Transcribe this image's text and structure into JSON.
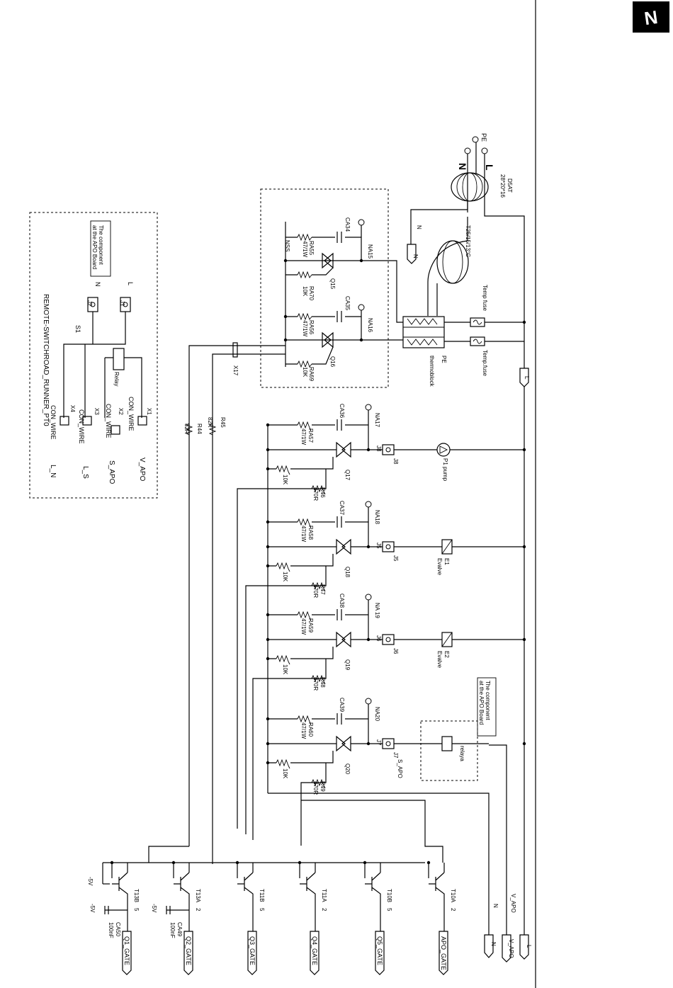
{
  "logo": {
    "letter": "N"
  },
  "mains": {
    "pe": "PE",
    "n": "N",
    "l": "L",
    "fuse_rating": "D5AT",
    "fuse_size": "28*20*16",
    "n_wire": "N",
    "thermostat": "T25/15/13°C"
  },
  "temp_fuses": [
    "Temp fuse",
    "Temp.fuse"
  ],
  "thermoblock": {
    "name": "PE",
    "sub": "thermoblock"
  },
  "remote": {
    "title": "REMOTE-SWITCHROAD_RUNNER_PT0",
    "note": [
      "The component",
      "at the APO Board"
    ],
    "n": "N",
    "l": "L",
    "j2": "J2",
    "j1": "J1",
    "s1": "S1",
    "relay": "Relay",
    "connectors": [
      {
        "id": "X1",
        "type": "CON_WIRE",
        "net": "V_APO"
      },
      {
        "id": "X2",
        "type": "CON_WIRE",
        "net": "S_APO"
      },
      {
        "id": "X3",
        "type": "CON_WIRE",
        "net": "L_S"
      },
      {
        "id": "X4",
        "type": "CON_WIRE",
        "net": "L_N"
      }
    ]
  },
  "heater_block": {
    "triacs": [
      "Q15",
      "Q16"
    ],
    "nodes": [
      "NA15",
      "NA16"
    ],
    "caps": [
      "CA34",
      "CA35"
    ],
    "snubbers": [
      [
        "RA55",
        "47/1W"
      ],
      [
        "RA56",
        "47/1W"
      ]
    ],
    "gate_res": [
      [
        "RA70",
        "10K"
      ],
      [
        "RA69",
        "10K"
      ]
    ],
    "nss": "NSS",
    "x17": "X17"
  },
  "gate_resistors": [
    [
      "R45",
      "82R"
    ],
    [
      "R44",
      "82R"
    ]
  ],
  "stages": [
    {
      "cap": "CA36",
      "node": "NA17",
      "snub": "RA57",
      "snub_val": "47/1W",
      "j": "J8",
      "q": "Q17",
      "r_gate": "10K",
      "r": "R46",
      "r_val": "470R",
      "load": "P1",
      "load_name": "pump"
    },
    {
      "cap": "CA37",
      "node": "NA18",
      "snub": "RA58",
      "snub_val": "47/1W",
      "j": "J5",
      "q": "Q18",
      "r_gate": "10K",
      "r": "R47",
      "r_val": "470R",
      "load": "E1",
      "load_name": "Evalve"
    },
    {
      "cap": "CA38",
      "node": "NA 19",
      "snub": "RA59",
      "snub_val": "47/1W",
      "j": "J6",
      "q": "Q19",
      "r_gate": "10K",
      "r": "R48",
      "r_val": "470R",
      "load": "E2",
      "load_name": "Evalve"
    },
    {
      "cap": "CA39",
      "node": "NA20",
      "snub": "RA60",
      "snub_val": "47/1W",
      "j": "J7",
      "q": "Q20",
      "r_gate": "10K",
      "r": "R49",
      "r_val": "470R",
      "load": "relaya",
      "load_name": "S_APO"
    }
  ],
  "apo_note": [
    "The component",
    "at the APO Board"
  ],
  "transistors": [
    {
      "t": "T13B",
      "pin": "5",
      "gate": "Q1_GATE",
      "cap": "CA50",
      "cap_val": "100nF",
      "supply": "-5V"
    },
    {
      "t": "T13A",
      "pin": "2",
      "gate": "Q2_GATE",
      "cap": "CA49",
      "cap_val": "100nF",
      "supply": "-5V"
    },
    {
      "t": "T11B",
      "pin": "5",
      "gate": "Q3_GATE"
    },
    {
      "t": "T11A",
      "pin": "2",
      "gate": "Q4_GATE"
    },
    {
      "t": "T10B",
      "pin": "5",
      "gate": "Q5_GATE"
    },
    {
      "t": "T10A",
      "pin": "2",
      "gate": "APO_GATE"
    }
  ],
  "bottom_nets": [
    "N",
    "V_APO",
    "L"
  ],
  "rails": {
    "l": "L",
    "n": "N"
  }
}
